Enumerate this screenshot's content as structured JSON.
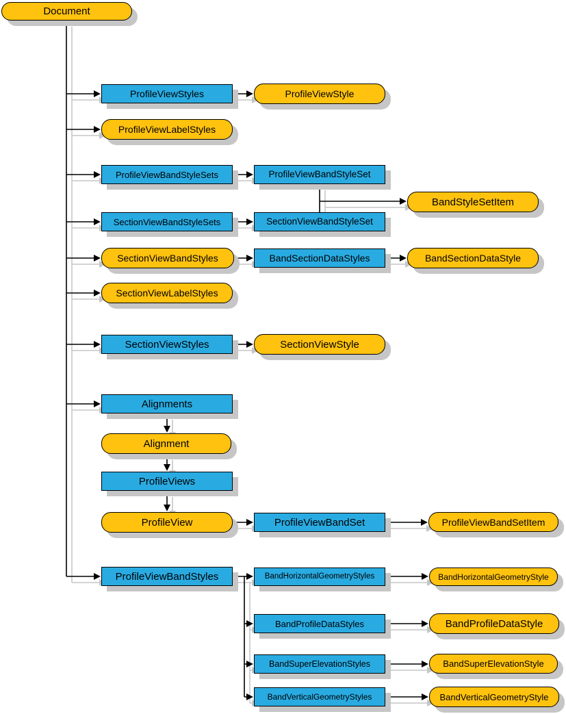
{
  "colors": {
    "collection_fill": "#29abe2",
    "object_fill": "#ffc20e",
    "node_border": "#000000",
    "connector": "#000000",
    "shadow": "#c6c6c6",
    "background": "#ffffff"
  },
  "nodes": {
    "document": {
      "label": "Document",
      "type": "object"
    },
    "profileViewStyles": {
      "label": "ProfileViewStyles",
      "type": "collection"
    },
    "profileViewStyle": {
      "label": "ProfileViewStyle",
      "type": "object"
    },
    "profileViewLabelStyles": {
      "label": "ProfileViewLabelStyles",
      "type": "object"
    },
    "profileViewBandStyleSets": {
      "label": "ProfileViewBandStyleSets",
      "type": "collection"
    },
    "profileViewBandStyleSet": {
      "label": "ProfileViewBandStyleSet",
      "type": "collection"
    },
    "bandStyleSetItem": {
      "label": "BandStyleSetItem",
      "type": "object"
    },
    "sectionViewBandStyleSets": {
      "label": "SectionViewBandStyleSets",
      "type": "collection"
    },
    "sectionViewBandStyleSet": {
      "label": "SectionViewBandStyleSet",
      "type": "collection"
    },
    "sectionViewBandStyles": {
      "label": "SectionViewBandStyles",
      "type": "object"
    },
    "bandSectionDataStyles": {
      "label": "BandSectionDataStyles",
      "type": "collection"
    },
    "bandSectionDataStyle": {
      "label": "BandSectionDataStyle",
      "type": "object"
    },
    "sectionViewLabelStyles": {
      "label": "SectionViewLabelStyles",
      "type": "object"
    },
    "sectionViewStyles": {
      "label": "SectionViewStyles",
      "type": "collection"
    },
    "sectionViewStyle": {
      "label": "SectionViewStyle",
      "type": "object"
    },
    "alignments": {
      "label": "Alignments",
      "type": "collection"
    },
    "alignment": {
      "label": "Alignment",
      "type": "object"
    },
    "profileViews": {
      "label": "ProfileViews",
      "type": "collection"
    },
    "profileView": {
      "label": "ProfileView",
      "type": "object"
    },
    "profileViewBandSet": {
      "label": "ProfileViewBandSet",
      "type": "collection"
    },
    "profileViewBandSetItem": {
      "label": "ProfileViewBandSetItem",
      "type": "object"
    },
    "profileViewBandStyles": {
      "label": "ProfileViewBandStyles",
      "type": "collection"
    },
    "bandHorizontalGeometryStyles": {
      "label": "BandHorizontalGeometryStyles",
      "type": "collection"
    },
    "bandHorizontalGeometryStyle": {
      "label": "BandHorizontalGeometryStyle",
      "type": "object"
    },
    "bandProfileDataStyles": {
      "label": "BandProfileDataStyles",
      "type": "collection"
    },
    "bandProfileDataStyle": {
      "label": "BandProfileDataStyle",
      "type": "object"
    },
    "bandSuperElevationStyles": {
      "label": "BandSuperElevationStyles",
      "type": "collection"
    },
    "bandSuperElevationStyle": {
      "label": "BandSuperElevationStyle",
      "type": "object"
    },
    "bandVerticalGeometryStyles": {
      "label": "BandVerticalGeometryStyles",
      "type": "collection"
    },
    "bandVerticalGeometryStyle": {
      "label": "BandVerticalGeometryStyle",
      "type": "object"
    }
  },
  "edges": [
    "document > profileViewStyles",
    "document > profileViewLabelStyles",
    "document > profileViewBandStyleSets",
    "document > sectionViewBandStyleSets",
    "document > sectionViewBandStyles",
    "document > sectionViewLabelStyles",
    "document > sectionViewStyles",
    "document > alignments",
    "document > profileViewBandStyles",
    "profileViewStyles > profileViewStyle",
    "profileViewBandStyleSets > profileViewBandStyleSet",
    "profileViewBandStyleSet > bandStyleSetItem",
    "sectionViewBandStyleSets > sectionViewBandStyleSet",
    "sectionViewBandStyleSet > bandStyleSetItem",
    "sectionViewBandStyles > bandSectionDataStyles",
    "bandSectionDataStyles > bandSectionDataStyle",
    "sectionViewStyles > sectionViewStyle",
    "alignments > alignment",
    "alignment > profileViews",
    "profileViews > profileView",
    "profileView > profileViewBandSet",
    "profileViewBandSet > profileViewBandSetItem",
    "profileViewBandStyles > bandHorizontalGeometryStyles",
    "profileViewBandStyles > bandProfileDataStyles",
    "profileViewBandStyles > bandSuperElevationStyles",
    "profileViewBandStyles > bandVerticalGeometryStyles",
    "bandHorizontalGeometryStyles > bandHorizontalGeometryStyle",
    "bandProfileDataStyles > bandProfileDataStyle",
    "bandSuperElevationStyles > bandSuperElevationStyle",
    "bandVerticalGeometryStyles > bandVerticalGeometryStyle"
  ]
}
